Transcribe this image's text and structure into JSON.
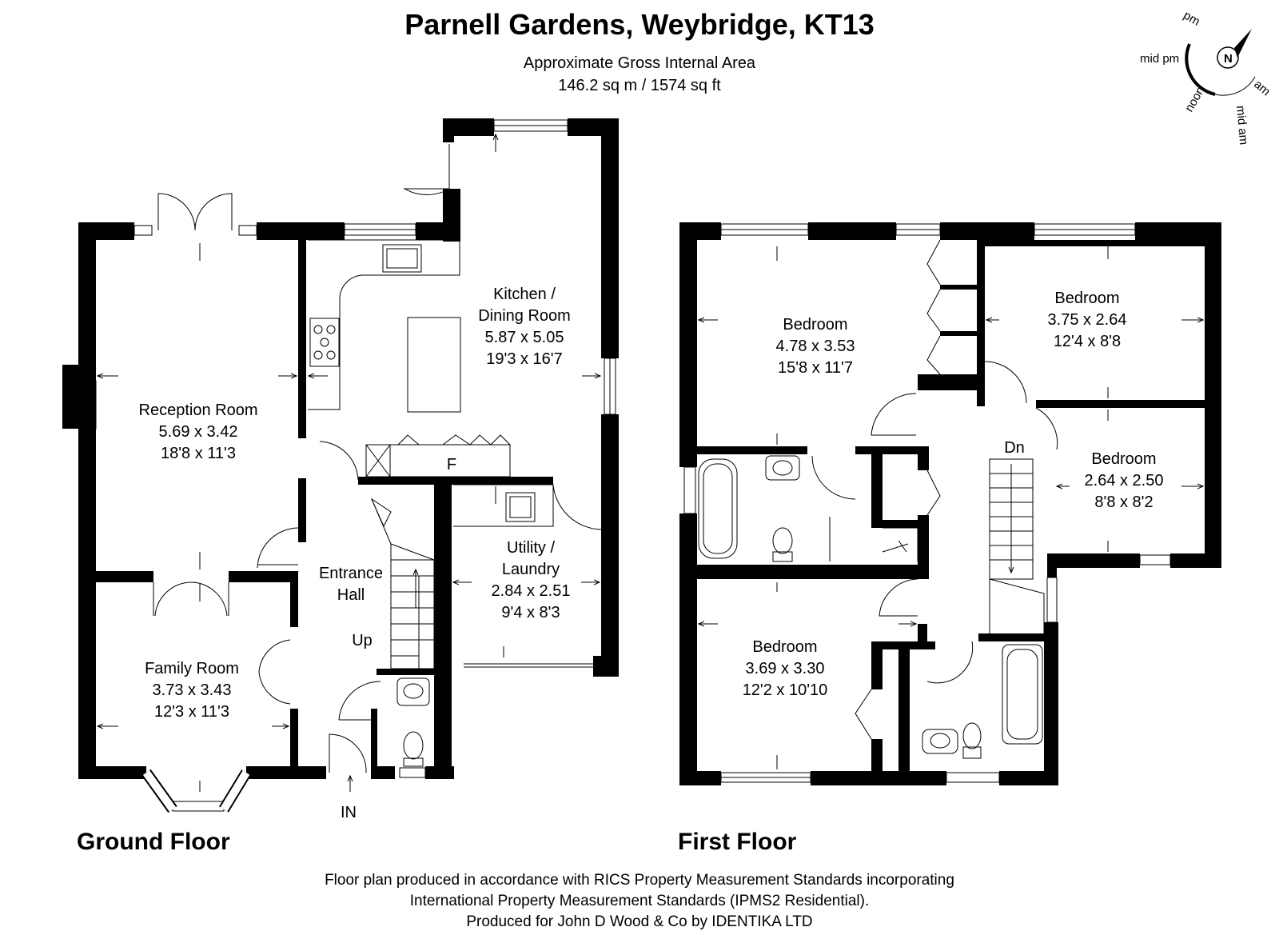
{
  "header": {
    "title": "Parnell Gardens, Weybridge, KT13",
    "area_label": "Approximate Gross Internal Area",
    "area_value": "146.2 sq m / 1574 sq ft"
  },
  "compass": {
    "north": "N",
    "pm": "pm",
    "mid_pm": "mid pm",
    "noon": "noon",
    "mid_am": "mid am",
    "am": "am"
  },
  "ground_floor": {
    "label": "Ground Floor",
    "reception": {
      "name": "Reception Room",
      "metric": "5.69 x 3.42",
      "imperial": "18'8 x 11'3"
    },
    "kitchen": {
      "name1": "Kitchen /",
      "name2": "Dining Room",
      "metric": "5.87 x 5.05",
      "imperial": "19'3 x 16'7"
    },
    "utility": {
      "name1": "Utility /",
      "name2": "Laundry",
      "metric": "2.84 x 2.51",
      "imperial": "9'4 x 8'3"
    },
    "hall": {
      "name1": "Entrance",
      "name2": "Hall"
    },
    "family": {
      "name": "Family Room",
      "metric": "3.73 x 3.43",
      "imperial": "12'3 x 11'3"
    },
    "fridge_label": "F",
    "stairs_label": "Up",
    "entry_label": "IN"
  },
  "first_floor": {
    "label": "First Floor",
    "bedroom1": {
      "name": "Bedroom",
      "metric": "4.78 x 3.53",
      "imperial": "15'8 x 11'7"
    },
    "bedroom2": {
      "name": "Bedroom",
      "metric": "3.75 x 2.64",
      "imperial": "12'4 x 8'8"
    },
    "bedroom3": {
      "name": "Bedroom",
      "metric": "2.64 x 2.50",
      "imperial": "8'8 x 8'2"
    },
    "bedroom4": {
      "name": "Bedroom",
      "metric": "3.69 x 3.30",
      "imperial": "12'2 x 10'10"
    },
    "stairs_label": "Dn"
  },
  "footer": {
    "line1": "Floor plan produced in accordance with RICS Property Measurement Standards incorporating",
    "line2": "International Property Measurement Standards (IPMS2 Residential).",
    "line3": "Produced for John D Wood & Co by IDENTIKA LTD"
  }
}
